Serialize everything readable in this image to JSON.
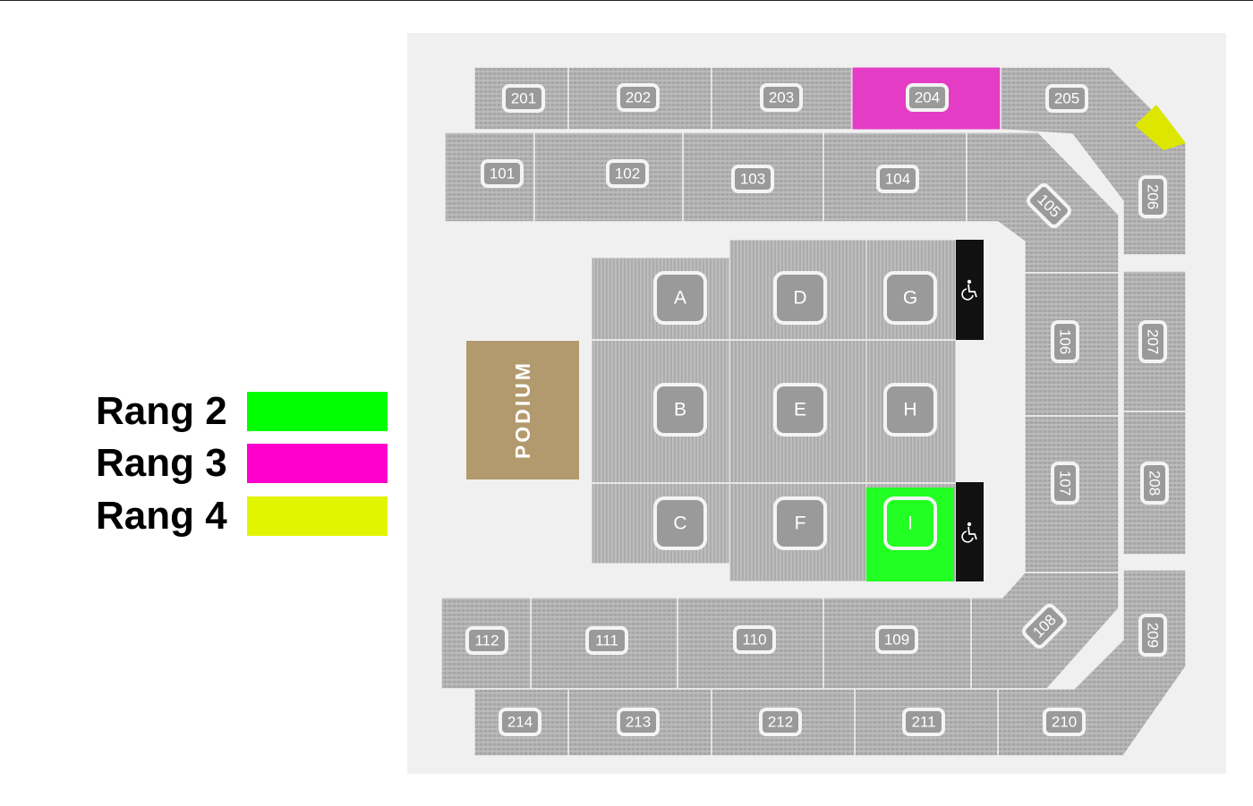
{
  "legend": [
    {
      "label": "Rang 2",
      "color": "#00ff00"
    },
    {
      "label": "Rang 3",
      "color": "#ff00cc"
    },
    {
      "label": "Rang 4",
      "color": "#e2f500"
    }
  ],
  "stage": {
    "label": "PODIUM"
  },
  "sections": {
    "s201": "201",
    "s202": "202",
    "s203": "203",
    "s204": "204",
    "s205": "205",
    "s206": "206",
    "s207": "207",
    "s208": "208",
    "s209": "209",
    "s210": "210",
    "s211": "211",
    "s212": "212",
    "s213": "213",
    "s214": "214",
    "s101": "101",
    "s102": "102",
    "s103": "103",
    "s104": "104",
    "s105": "105",
    "s106": "106",
    "s107": "107",
    "s108": "108",
    "s109": "109",
    "s110": "110",
    "s111": "111",
    "s112": "112"
  },
  "floor": {
    "A": "A",
    "B": "B",
    "C": "C",
    "D": "D",
    "E": "E",
    "F": "F",
    "G": "G",
    "H": "H",
    "I": "I"
  },
  "highlights": {
    "s204": "Rang 3",
    "floor_I": "Rang 2",
    "corner_205_206": "Rang 4"
  },
  "icons": {
    "wheelchair": "wheelchair-icon"
  }
}
